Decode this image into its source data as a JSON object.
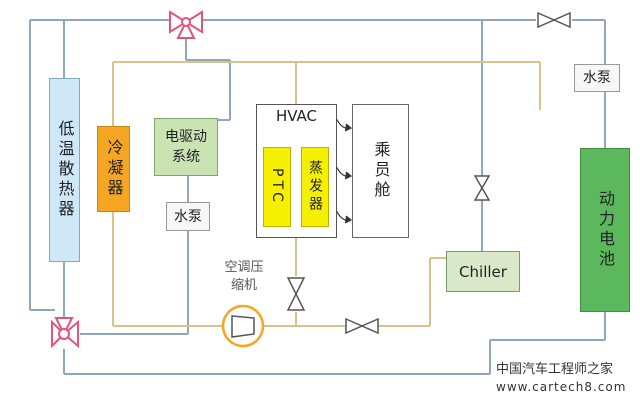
{
  "components": {
    "radiator": "低温散热器",
    "condenser": "冷凝器",
    "edrive": "电驱动\n系统",
    "edrive_pump": "水泵",
    "hvac": "HVAC",
    "ptc": "PTC",
    "evaporator": "蒸发器",
    "cabin": "乘员舱",
    "compressor": "空调压\n缩机",
    "chiller": "Chiller",
    "battery_pump": "水泵",
    "battery": "动力电池"
  },
  "watermark": {
    "cn": "中国汽车工程师之家",
    "url": "www.cartech8.com"
  },
  "colors": {
    "water_line": "#8ea7bf",
    "refrigerant_line": "#d8c48a",
    "radiator_fill": "#cfe8f8",
    "condenser_fill": "#f5a623",
    "edrive_fill": "#c9e3b3",
    "ptc_fill": "#f4f000",
    "chiller_fill": "#d9e8c9",
    "battery_fill": "#5cb85c",
    "valve_pink": "#e2557a",
    "valve_gray": "#555555"
  }
}
